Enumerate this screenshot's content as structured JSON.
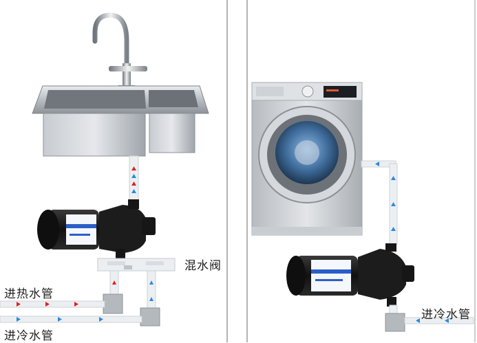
{
  "labels": {
    "mixing_valve": "混水阀",
    "hot_inlet_left": "进热水管",
    "cold_inlet_left": "进冷水管",
    "cold_inlet_right": "进冷水管"
  },
  "colors": {
    "hot_arrow": "#e02020",
    "cold_arrow": "#2a8ae0",
    "pipe": "#e9ecef",
    "pipe_edge": "#c9cdd2",
    "divider": "#9a9a9a",
    "pump_body": "#1c1c1c",
    "pump_label": "#2b5fc7"
  }
}
